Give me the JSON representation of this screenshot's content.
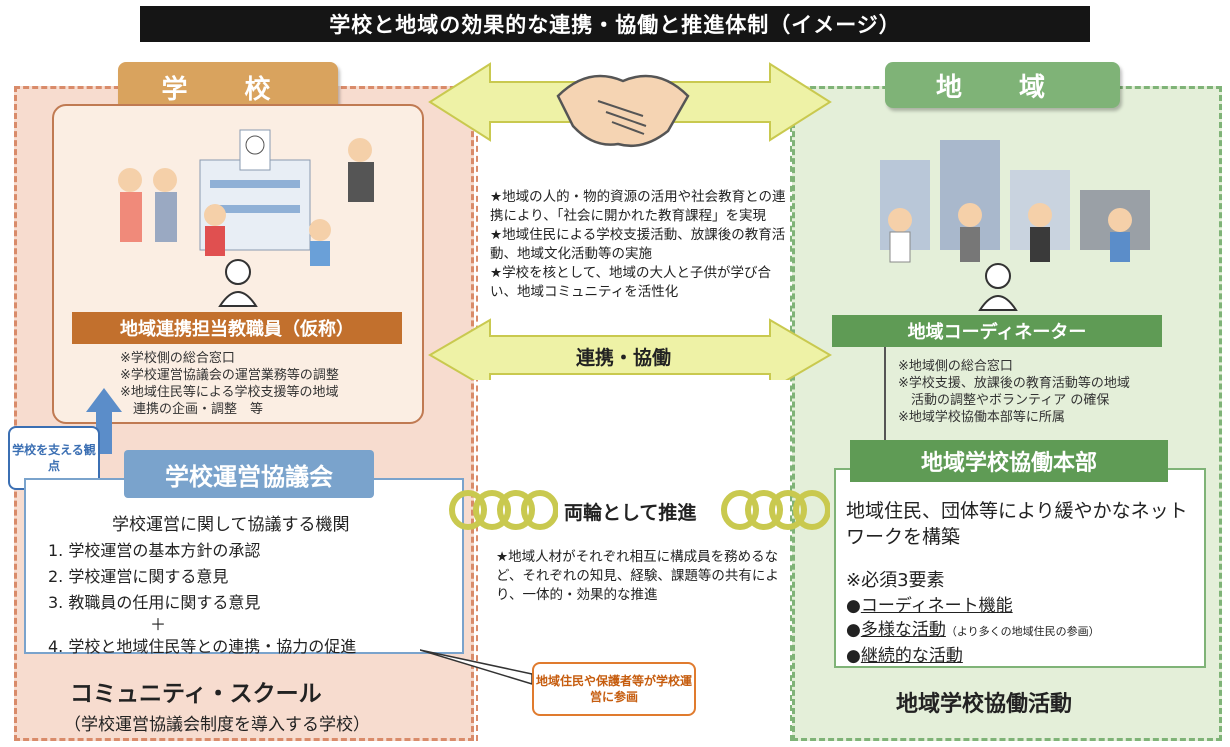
{
  "title": "学校と地域の効果的な連携・協働と推進体制（イメージ）",
  "school": {
    "label": "学 校",
    "teacher_title": "地域連携担当教職員（仮称）",
    "teacher_notes": [
      "※学校側の総合窓口",
      "※学校運営協議会の運営業務等の調整",
      "※地域住民等による学校支援等の地域",
      "　連携の企画・調整　等"
    ],
    "support_callout": "学校を支える観点",
    "council_title": "学校運営協議会",
    "council_subtitle": "学校運営に関して協議する機関",
    "council_items": [
      "1. 学校運営の基本方針の承認",
      "2. 学校運営に関する意見",
      "3. 教職員の任用に関する意見",
      "4. 学校と地域住民等との連携・協力の促進"
    ],
    "plus": "＋",
    "cs_title": "コミュニティ・スクール",
    "cs_subtitle": "（学校運営協議会制度を導入する学校）",
    "participation_callout": "地域住民や保護者等が学校運営に参画"
  },
  "center": {
    "bullets": [
      "★地域の人的・物的資源の活用や社会教育との連携により、「社会に開かれた教育課程」を実現",
      "★地域住民による学校支援活動、放課後の教育活動、地域文化活動等の実施",
      "★学校を核として、地域の大人と子供が学び合い、地域コミュニティを活性化"
    ],
    "cooperation_label": "連携・協働",
    "promotion_label": "両輪として推進",
    "promotion_note": "★地域人材がそれぞれ相互に構成員を務めるなど、それぞれの知見、経験、課題等の共有により、一体的・効果的な推進"
  },
  "community": {
    "label": "地 域",
    "coordinator_title": "地域コーディネーター",
    "coordinator_notes": [
      "※地域側の総合窓口",
      "※学校支援、放課後の教育活動等の地域",
      "　活動の調整やボランティア の確保",
      "※地域学校協働本部等に所属"
    ],
    "hq_title": "地域学校協働本部",
    "hq_desc": "地域住民、団体等により緩やかなネットワークを構築",
    "hq_required": "※必須3要素",
    "hq_elements": [
      {
        "bullet": "●",
        "text": "コーディネート機能",
        "sub": ""
      },
      {
        "bullet": "●",
        "text": "多様な活動",
        "sub": "（より多くの地域住民の参画）"
      },
      {
        "bullet": "●",
        "text": "継続的な活動",
        "sub": ""
      }
    ],
    "activity_title": "地域学校協働活動"
  },
  "colors": {
    "school_bg": "#f7dccf",
    "school_accent": "#d9a35e",
    "community_bg": "#e4efd9",
    "community_accent": "#7fb377",
    "arrow_fill": "#eef2a6"
  }
}
